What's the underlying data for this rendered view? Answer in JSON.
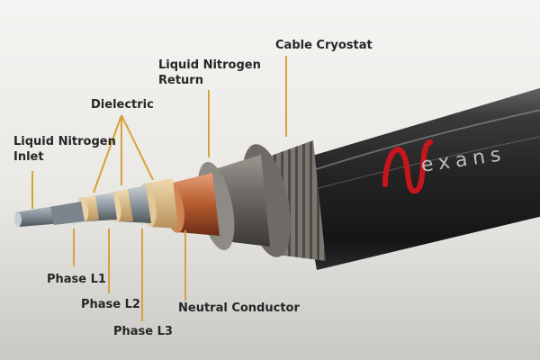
{
  "labels": {
    "cable_cryostat": "Cable Cryostat",
    "ln2_return": "Liquid Nitrogen\nReturn",
    "dielectric": "Dielectric",
    "ln2_inlet": "Liquid Nitrogen\nInlet",
    "phase_l1": "Phase L1",
    "phase_l2": "Phase L2",
    "phase_l3": "Phase L3",
    "neutral_conductor": "Neutral Conductor"
  },
  "brand": {
    "text": "exans",
    "logo_color": "#c8151d"
  },
  "colors": {
    "leader_line": "#d6a23a",
    "label_text": "#262626",
    "jacket": "#2a2a2a"
  }
}
